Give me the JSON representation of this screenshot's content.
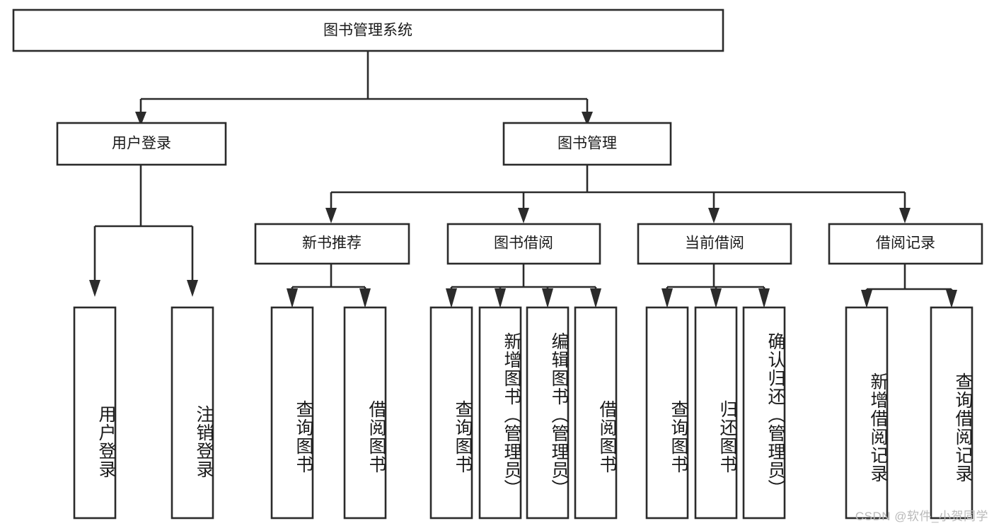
{
  "diagram": {
    "type": "tree-hierarchy",
    "title": "图书管理系统",
    "root": {
      "label": "图书管理系统",
      "id": "root"
    },
    "level2": [
      {
        "id": "user-login",
        "label": "用户登录"
      },
      {
        "id": "book-manage",
        "label": "图书管理"
      }
    ],
    "level3": [
      {
        "id": "new-book-recommend",
        "label": "新书推荐",
        "parent": "book-manage"
      },
      {
        "id": "book-borrow",
        "label": "图书借阅",
        "parent": "book-manage"
      },
      {
        "id": "current-borrow",
        "label": "当前借阅",
        "parent": "book-manage"
      },
      {
        "id": "borrow-record",
        "label": "借阅记录",
        "parent": "book-manage"
      }
    ],
    "leaves": {
      "user_login": [
        {
          "id": "leaf-user-login",
          "label": "用户登录"
        },
        {
          "id": "leaf-logout-login",
          "label": "注销登录"
        }
      ],
      "new_book_recommend": [
        {
          "id": "leaf-query-book-1",
          "label": "查询图书"
        },
        {
          "id": "leaf-borrow-book-1",
          "label": "借阅图书"
        }
      ],
      "book_borrow": [
        {
          "id": "leaf-query-book-2",
          "label": "查询图书"
        },
        {
          "id": "leaf-add-book",
          "label": "新增图书（管理员）"
        },
        {
          "id": "leaf-edit-book",
          "label": "编辑图书（管理员）"
        },
        {
          "id": "leaf-borrow-book-2",
          "label": "借阅图书"
        }
      ],
      "current_borrow": [
        {
          "id": "leaf-query-book-3",
          "label": "查询图书"
        },
        {
          "id": "leaf-return-book",
          "label": "归还图书"
        },
        {
          "id": "leaf-confirm-return",
          "label": "确认归还（管理员）"
        }
      ],
      "borrow_record": [
        {
          "id": "leaf-add-record",
          "label": "新增借阅记录"
        },
        {
          "id": "leaf-query-record",
          "label": "查询借阅记录"
        }
      ]
    }
  },
  "watermark": {
    "text": "CSDN @软件_小贺同学"
  },
  "colors": {
    "stroke": "#2b2b2b",
    "fill": "#ffffff",
    "text": "#1a1a1a",
    "watermark": "#b9b9b9"
  }
}
